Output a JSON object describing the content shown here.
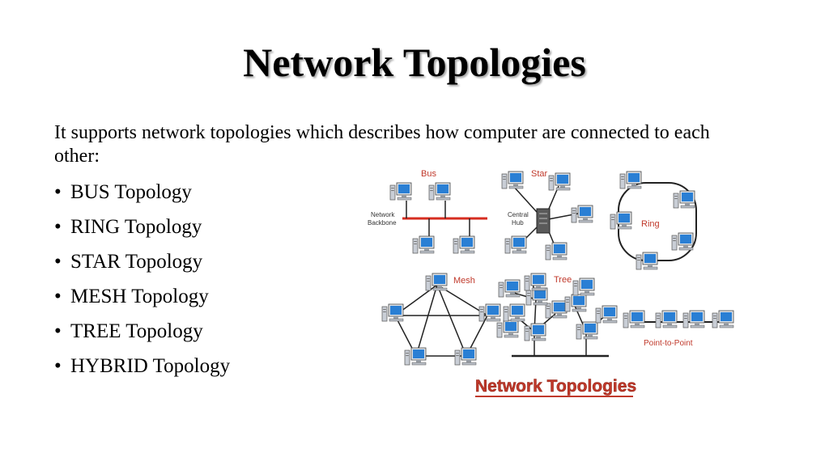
{
  "slide": {
    "title": "Network Topologies",
    "intro": "It supports network topologies which describes how computer are connected to each other:",
    "bullet_glyph": "•",
    "bullets": [
      "BUS Topology",
      "RING Topology",
      "STAR Topology",
      "MESH Topology",
      "TREE Topology",
      "HYBRID Topology"
    ]
  },
  "figure": {
    "bus_label": "Bus",
    "backbone_label_1": "Network",
    "backbone_label_2": "Backbone",
    "star_label": "Star",
    "hub_label_1": "Central",
    "hub_label_2": "Hub",
    "ring_label": "Ring",
    "mesh_label": "Mesh",
    "tree_label": "Tree",
    "p2p_label": "Point-to-Point",
    "caption": "Network Topologies"
  },
  "colors": {
    "label_red": "#c0392b",
    "bus_line": "#d62d20",
    "monitor_screen": "#2a7fd4",
    "caption_red": "#c0392b"
  },
  "icons": [
    "computer-icon",
    "hub-icon"
  ]
}
